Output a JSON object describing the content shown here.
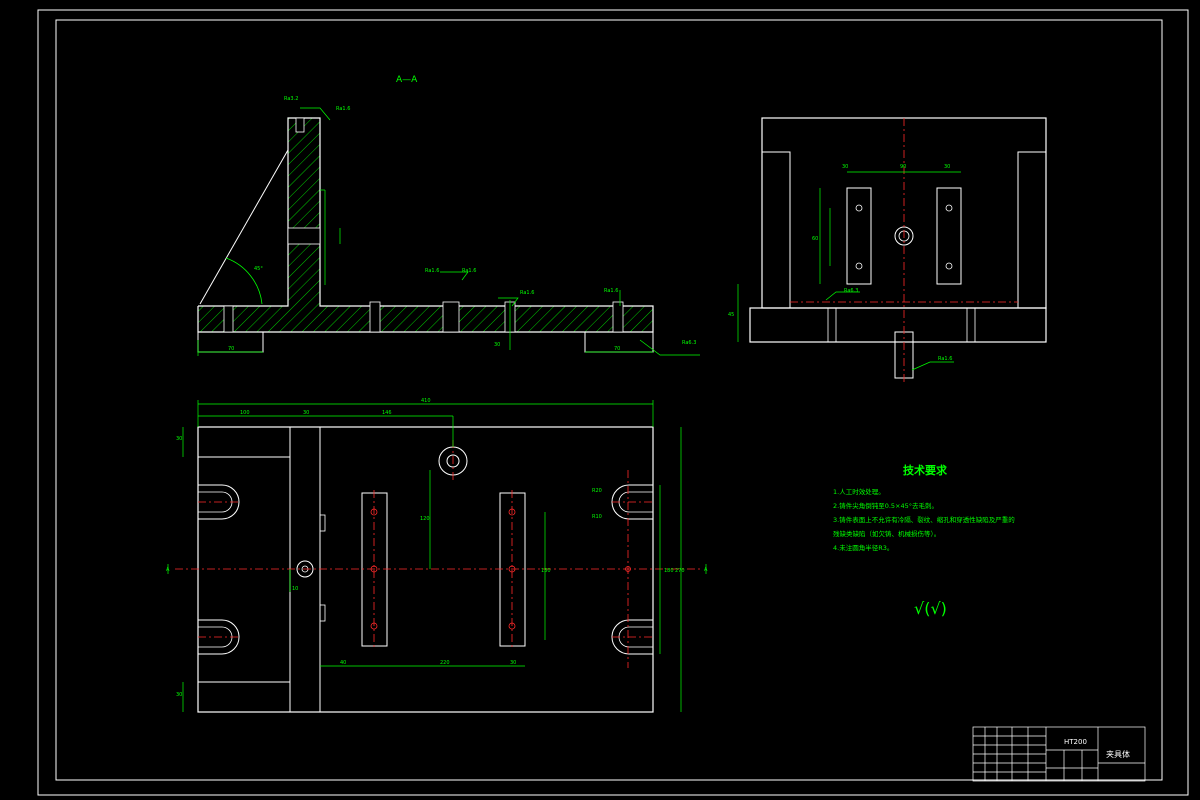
{
  "section_label": "A—A",
  "tech_requirements": {
    "title": "技术要求",
    "items": [
      "1.人工时效处理。",
      "2.铸件尖角倒钝至0.5×45°去毛刺。",
      "3.铸件表面上不允许有冷隔、裂纹、缩孔和穿透性缺陷及严重的",
      "残缺类缺陷（如欠铸、机械损伤等）。",
      "4.未注圆角半径R3。"
    ]
  },
  "roughness_symbol": "√(√)",
  "title_block": {
    "part_name": "夹具体",
    "material": "HT200"
  },
  "colors": {
    "background": "#000000",
    "outline": "#ffffff",
    "dimension": "#00ff00",
    "centerline": "#ff2a2a"
  }
}
